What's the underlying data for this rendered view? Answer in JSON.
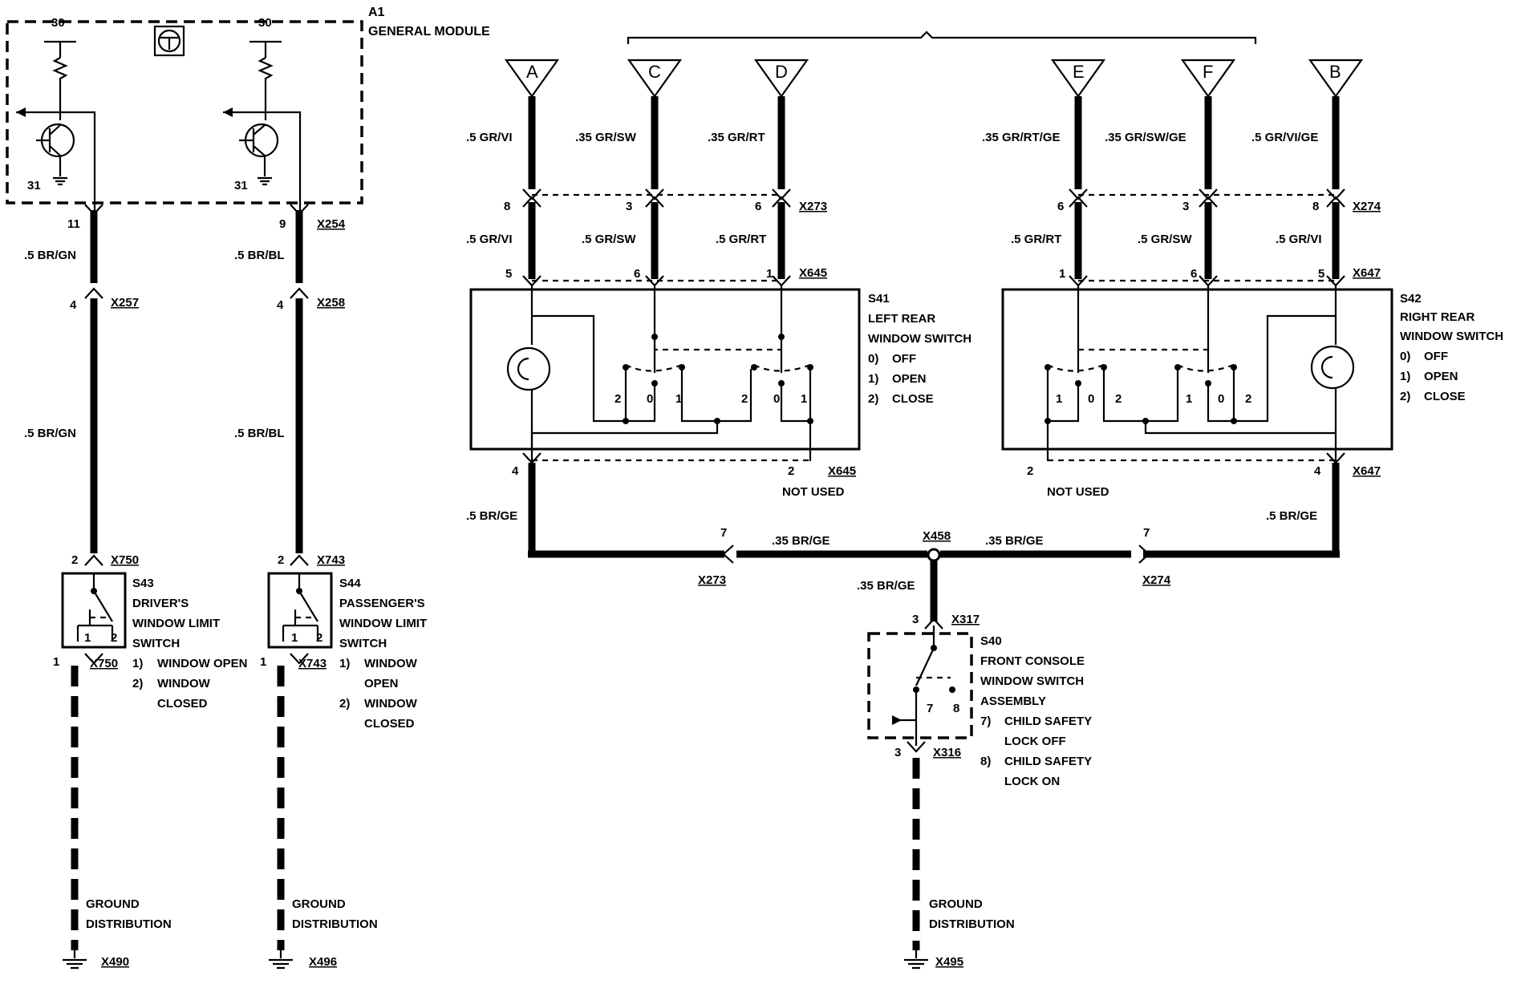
{
  "module": {
    "ref": "A1",
    "name": "GENERAL MODULE",
    "pin_left_top": "30",
    "pin_right_top": "30",
    "pin_left_bottom": "31",
    "pin_right_bottom": "31"
  },
  "connectors": {
    "x254_pin11": "11",
    "x254_pin9": "9",
    "x254": "X254",
    "x257": "X257",
    "x257_pin": "4",
    "x258": "X258",
    "x258_pin": "4",
    "x750_top": "X750",
    "x750_top_pin": "2",
    "x750_bottom": "X750",
    "x750_bottom_pin": "1",
    "x743_top": "X743",
    "x743_top_pin": "2",
    "x743_bottom": "X743",
    "x743_bottom_pin": "1",
    "x273": "X273",
    "x274": "X274",
    "x645_top": "X645",
    "x647_top": "X647",
    "x645_bottom": "X645",
    "x647_bottom": "X647",
    "x458": "X458",
    "x273_low": "X273",
    "x274_low": "X274",
    "x317": "X317",
    "x317_pin": "3",
    "x316": "X316",
    "x316_pin": "3",
    "x490": "X490",
    "x496": "X496",
    "x495": "X495"
  },
  "wires": {
    "br_gn_top": ".5 BR/GN",
    "br_bl_top": ".5 BR/BL",
    "br_gn_mid": ".5 BR/GN",
    "br_bl_mid": ".5 BR/BL",
    "a_gr_vi": ".5 GR/VI",
    "c_gr_sw": ".35 GR/SW",
    "d_gr_rt": ".35 GR/RT",
    "e_gr_rt_ge": ".35 GR/RT/GE",
    "f_gr_sw_ge": ".35 GR/SW/GE",
    "b_gr_vi_ge": ".5 GR/VI/GE",
    "l_gr_vi": ".5 GR/VI",
    "l_gr_sw": ".5 GR/SW",
    "l_gr_rt": ".5 GR/RT",
    "r_gr_rt": ".5 GR/RT",
    "r_gr_sw": ".5 GR/SW",
    "r_gr_vi": ".5 GR/VI",
    "br_ge_left": ".5 BR/GE",
    "br_ge_right": ".5 BR/GE",
    "br_ge_35_left": ".35 BR/GE",
    "br_ge_35_right": ".35 BR/GE",
    "br_ge_35_down": ".35 BR/GE"
  },
  "pins": {
    "x273_a": "8",
    "x273_c": "3",
    "x273_d": "6",
    "x274_e": "6",
    "x274_f": "3",
    "x274_b": "8",
    "x645_a": "5",
    "x645_c": "6",
    "x645_d": "1",
    "x647_e": "1",
    "x647_f": "6",
    "x647_b": "5",
    "x645_4": "4",
    "x645_2": "2",
    "x647_2": "2",
    "x647_4": "4",
    "x273_7": "7",
    "x274_7": "7"
  },
  "terminals": {
    "a": "A",
    "c": "C",
    "d": "D",
    "e": "E",
    "f": "F",
    "b": "B"
  },
  "s41": {
    "ref": "S41",
    "line1": "LEFT REAR",
    "line2": "WINDOW SWITCH",
    "p0": "0)",
    "p0t": "OFF",
    "p1": "1)",
    "p1t": "OPEN",
    "p2": "2)",
    "p2t": "CLOSE",
    "c2a": "2",
    "c0a": "0",
    "c1a": "1",
    "c2b": "2",
    "c0b": "0",
    "c1b": "1"
  },
  "s42": {
    "ref": "S42",
    "line1": "RIGHT REAR",
    "line2": "WINDOW SWITCH",
    "p0": "0)",
    "p0t": "OFF",
    "p1": "1)",
    "p1t": "OPEN",
    "p2": "2)",
    "p2t": "CLOSE",
    "c1a": "1",
    "c0a": "0",
    "c2a": "2",
    "c1b": "1",
    "c0b": "0",
    "c2b": "2"
  },
  "not_used_left": "NOT USED",
  "not_used_right": "NOT USED",
  "s43": {
    "ref": "S43",
    "line1": "DRIVER'S",
    "line2": "WINDOW LIMIT",
    "line3": "SWITCH",
    "c1": "1",
    "c2": "2",
    "o1": "1)",
    "o1t": "WINDOW OPEN",
    "o2": "2)",
    "o2t": "WINDOW",
    "o2t2": "CLOSED"
  },
  "s44": {
    "ref": "S44",
    "line1": "PASSENGER'S",
    "line2": "WINDOW LIMIT",
    "line3": "SWITCH",
    "c1": "1",
    "c2": "2",
    "o1": "1)",
    "o1t": "WINDOW",
    "o1t2": "OPEN",
    "o2": "2)",
    "o2t": "WINDOW",
    "o2t2": "CLOSED"
  },
  "s40": {
    "ref": "S40",
    "line1": "FRONT CONSOLE",
    "line2": "WINDOW SWITCH",
    "line3": "ASSEMBLY",
    "c7": "7",
    "c8": "8",
    "o7": "7)",
    "o7t": "CHILD SAFETY",
    "o7t2": "LOCK OFF",
    "o8": "8)",
    "o8t": "CHILD SAFETY",
    "o8t2": "LOCK ON"
  },
  "ground": {
    "left1": "GROUND",
    "left2": "DISTRIBUTION",
    "mid1": "GROUND",
    "mid2": "DISTRIBUTION",
    "right1": "GROUND",
    "right2": "DISTRIBUTION"
  }
}
